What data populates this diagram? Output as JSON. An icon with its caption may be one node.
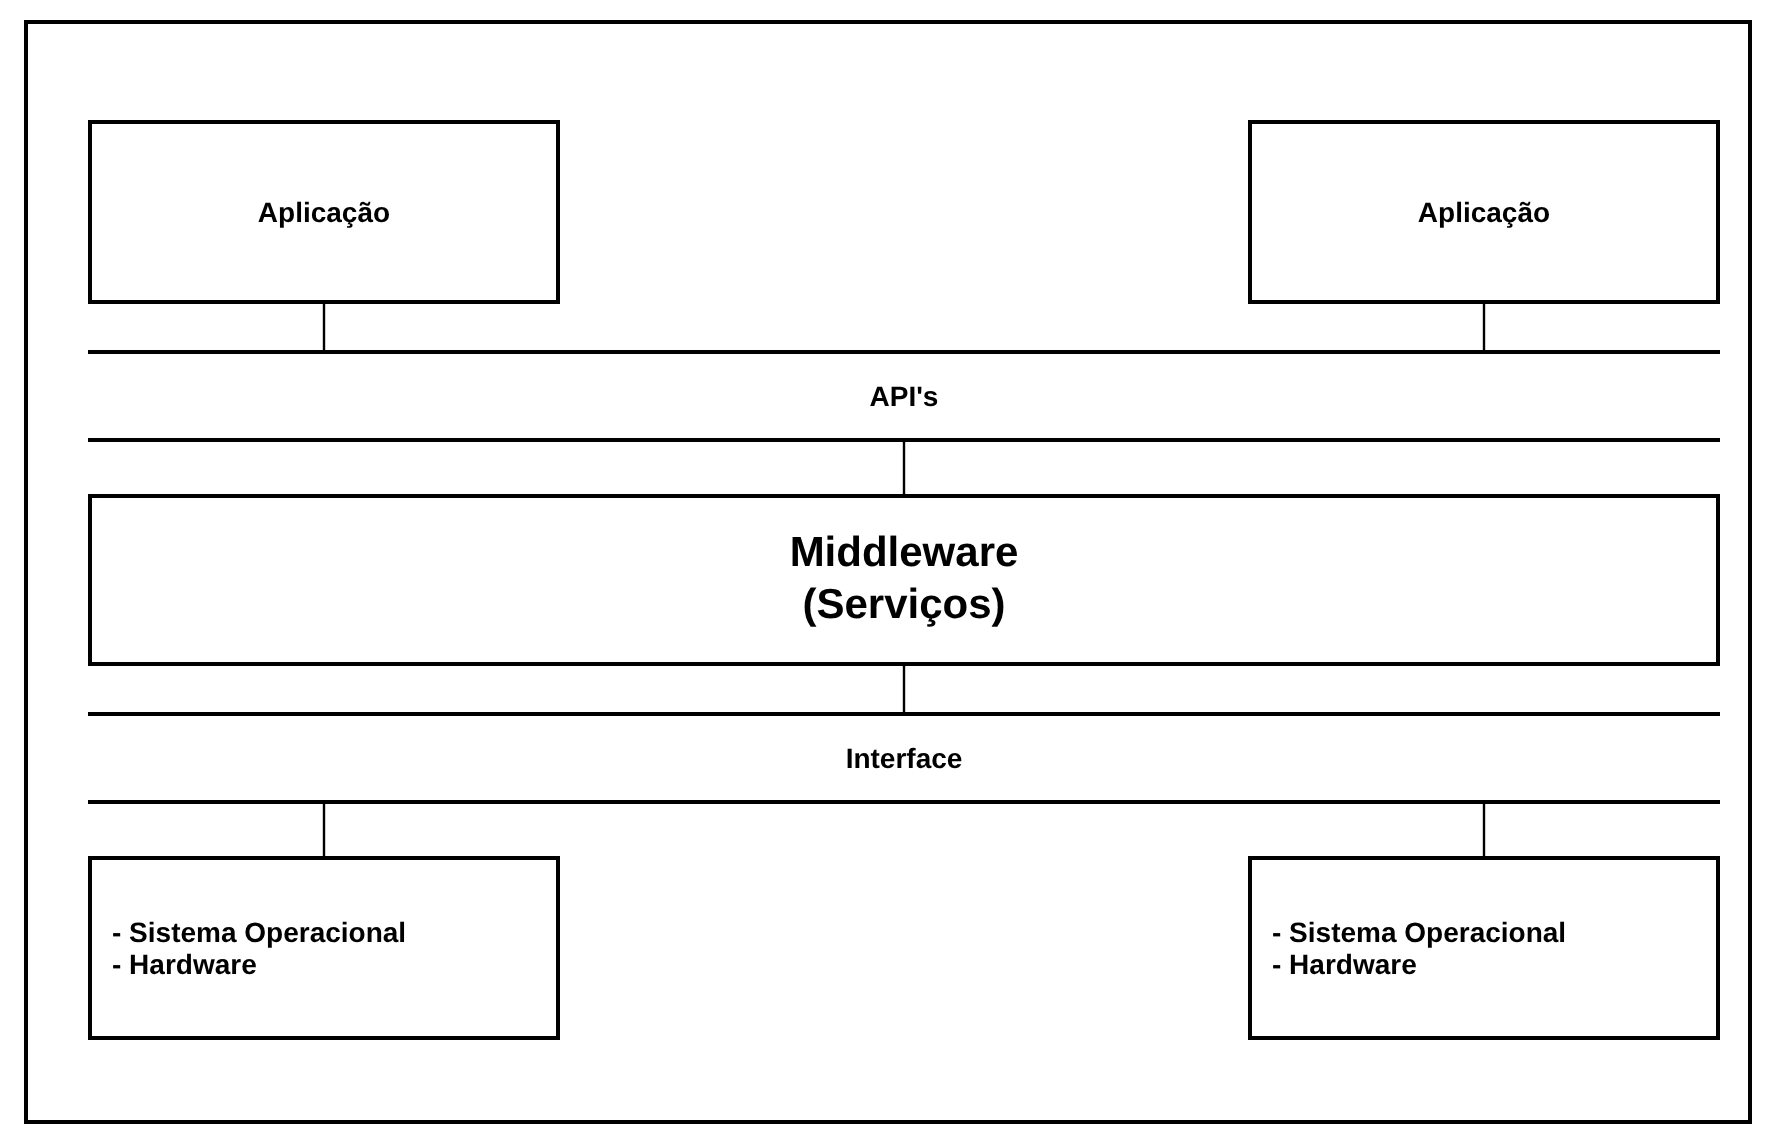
{
  "diagram": {
    "nodes": [
      {
        "text": [],
        "shape": "box"
      },
      {
        "text": [
          "Aplicação"
        ],
        "in": 0
      },
      {
        "text": [
          "Aplicação"
        ],
        "in": 0
      },
      {
        "text": [
          "API's"
        ],
        "in": 0
      },
      {
        "text": [
          "Middleware (Serviços)"
        ],
        "in": 0
      },
      {
        "text": [
          "Interface"
        ],
        "in": 0
      },
      {
        "text": [
          "- Sistema Operacional",
          "- Hardware"
        ],
        "in": 0
      },
      {
        "text": [
          "- Sistema Operacional",
          "- Hardware"
        ],
        "in": 0
      }
    ],
    "edges": [
      {
        "from": 1,
        "to": 3,
        "arrow": "none"
      },
      {
        "from": 2,
        "to": 3,
        "arrow": "none"
      },
      {
        "from": 3,
        "to": 4,
        "arrow": "none"
      },
      {
        "from": 4,
        "to": 5,
        "arrow": "none"
      },
      {
        "from": 5,
        "to": 6,
        "arrow": "none"
      },
      {
        "from": 5,
        "to": 7,
        "arrow": "none"
      }
    ]
  }
}
